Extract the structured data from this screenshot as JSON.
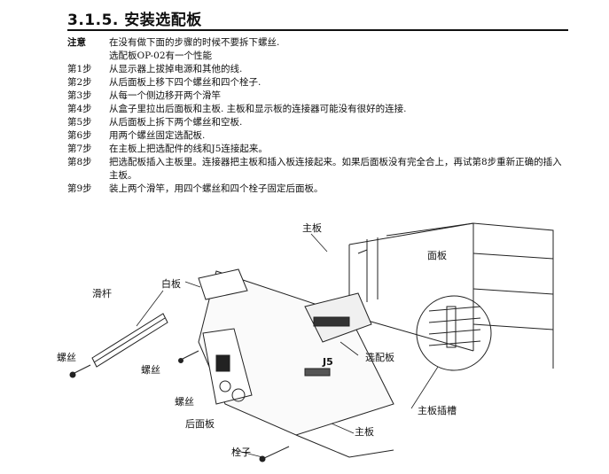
{
  "heading": "3.1.5. 安装选配板",
  "note": {
    "label": "注意",
    "lines": [
      "在没有做下面的步骤的时候不要拆下螺丝.",
      "选配板OP-02有一个性能"
    ]
  },
  "steps": [
    {
      "label": "第1步",
      "text": "从显示器上拔掉电源和其他的线."
    },
    {
      "label": "第2步",
      "text": "从后面板上移下四个螺丝和四个栓子."
    },
    {
      "label": "第3步",
      "text": "从每一个侧边移开两个滑竿"
    },
    {
      "label": "第4步",
      "text": "从盒子里拉出后面板和主板. 主板和显示板的连接器可能没有很好的连接."
    },
    {
      "label": "第5步",
      "text": "从后面板上拆下两个螺丝和空板."
    },
    {
      "label": "第6步",
      "text": "用两个螺丝固定选配板."
    },
    {
      "label": "第7步",
      "text": "在主板上把选配件的线和J5连接起来。"
    },
    {
      "label": "第8步",
      "text": "把选配板插入主板里。连接器把主板和插入板连接起来。如果后面板没有完全合上，再试第8步重新正确的插入主板。"
    },
    {
      "label": "第9步",
      "text": "装上两个滑竿，用四个螺丝和四个栓子固定后面板。"
    }
  ],
  "diagram": {
    "labels": {
      "main_board_top": "主板",
      "front_panel": "面板",
      "blank_plate": "白板",
      "slide_rail": "滑杆",
      "screw_left": "螺丝",
      "screw_mid": "螺丝",
      "connector_j5": "J5",
      "option_board": "选配板",
      "screw_lower": "螺丝",
      "rear_panel": "后面板",
      "board_slot": "主板插槽",
      "main_board_bottom": "主板",
      "bolt": "栓子"
    }
  }
}
